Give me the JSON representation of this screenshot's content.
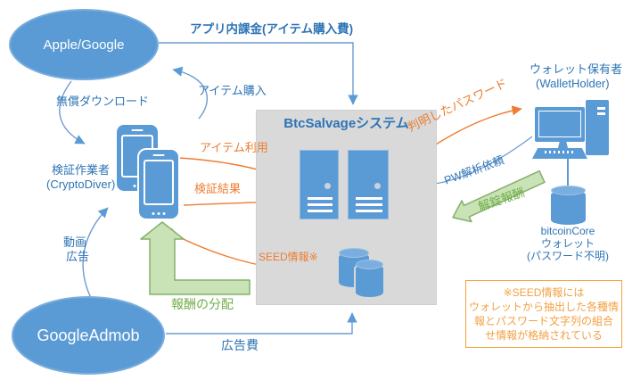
{
  "entities": {
    "apple_google": "Apple/Google",
    "google_admob": "GoogleAdmob",
    "crypto_diver_ja": "検証作業者",
    "crypto_diver_en": "(CryptoDiver)",
    "wallet_holder_ja": "ウォレット保有者",
    "wallet_holder_en": "(WalletHolder)",
    "system_title": "BtcSalvageシステム",
    "bitcoin_core_name": "bitcoinCore",
    "bitcoin_core_wallet": "ウォレット",
    "bitcoin_core_status": "(パスワード不明)"
  },
  "flows": {
    "in_app_billing": "アプリ内課金(アイテム購入費)",
    "item_purchase": "アイテム購入",
    "free_download": "無償ダウンロード",
    "item_use": "アイテム利用",
    "verification_result": "検証結果",
    "seed_info": "SEED情報※",
    "found_password": "判明したパスワード",
    "pw_analysis_request": "PW解析依頼",
    "unlock_reward": "解錠報酬",
    "video_ad_line1": "動画",
    "video_ad_line2": "広告",
    "reward_distribution": "報酬の分配",
    "ad_fee": "広告費"
  },
  "note": {
    "lines": [
      "※SEED情報には",
      "ウォレットから抽出した各種情",
      "報とパスワード文字列の組合",
      "せ情報が格納されている"
    ]
  },
  "colors": {
    "shape_blue": "#5B9BD5",
    "text_blue": "#2E74B5",
    "accent_orange": "#ED7D31",
    "green_text": "#70AD47",
    "green_fill": "#C9E2B6",
    "gray_box": "#D9D9D9",
    "note_orange": "#F2A33C"
  }
}
